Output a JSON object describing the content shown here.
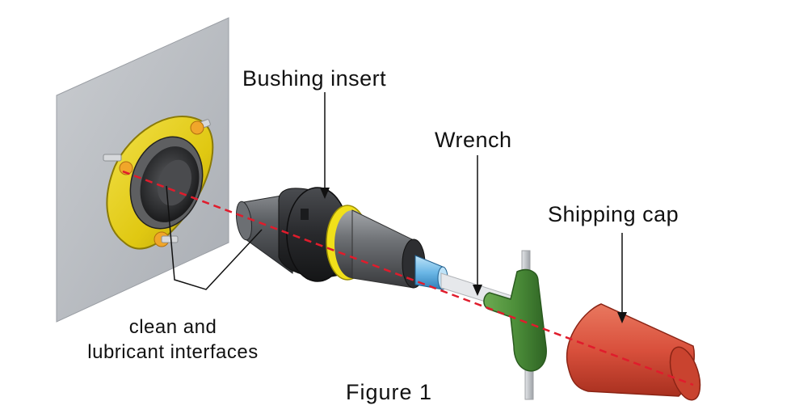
{
  "labels": {
    "bushing_insert": "Bushing insert",
    "wrench": "Wrench",
    "shipping_cap": "Shipping cap",
    "clean_line1": "clean and",
    "clean_line2": "lubricant interfaces",
    "figure": "Figure  1"
  },
  "colors": {
    "mounting_plate": "#b9bdc2",
    "flange": "#e8d21c",
    "bushing_body": "#2c2d30",
    "bushing_band": "#f1e01a",
    "tip": "#6bb7e6",
    "wrench_handle": "#4d8f3a",
    "shipping_cap": "#d9503c",
    "axis_line": "#e01c2c"
  }
}
